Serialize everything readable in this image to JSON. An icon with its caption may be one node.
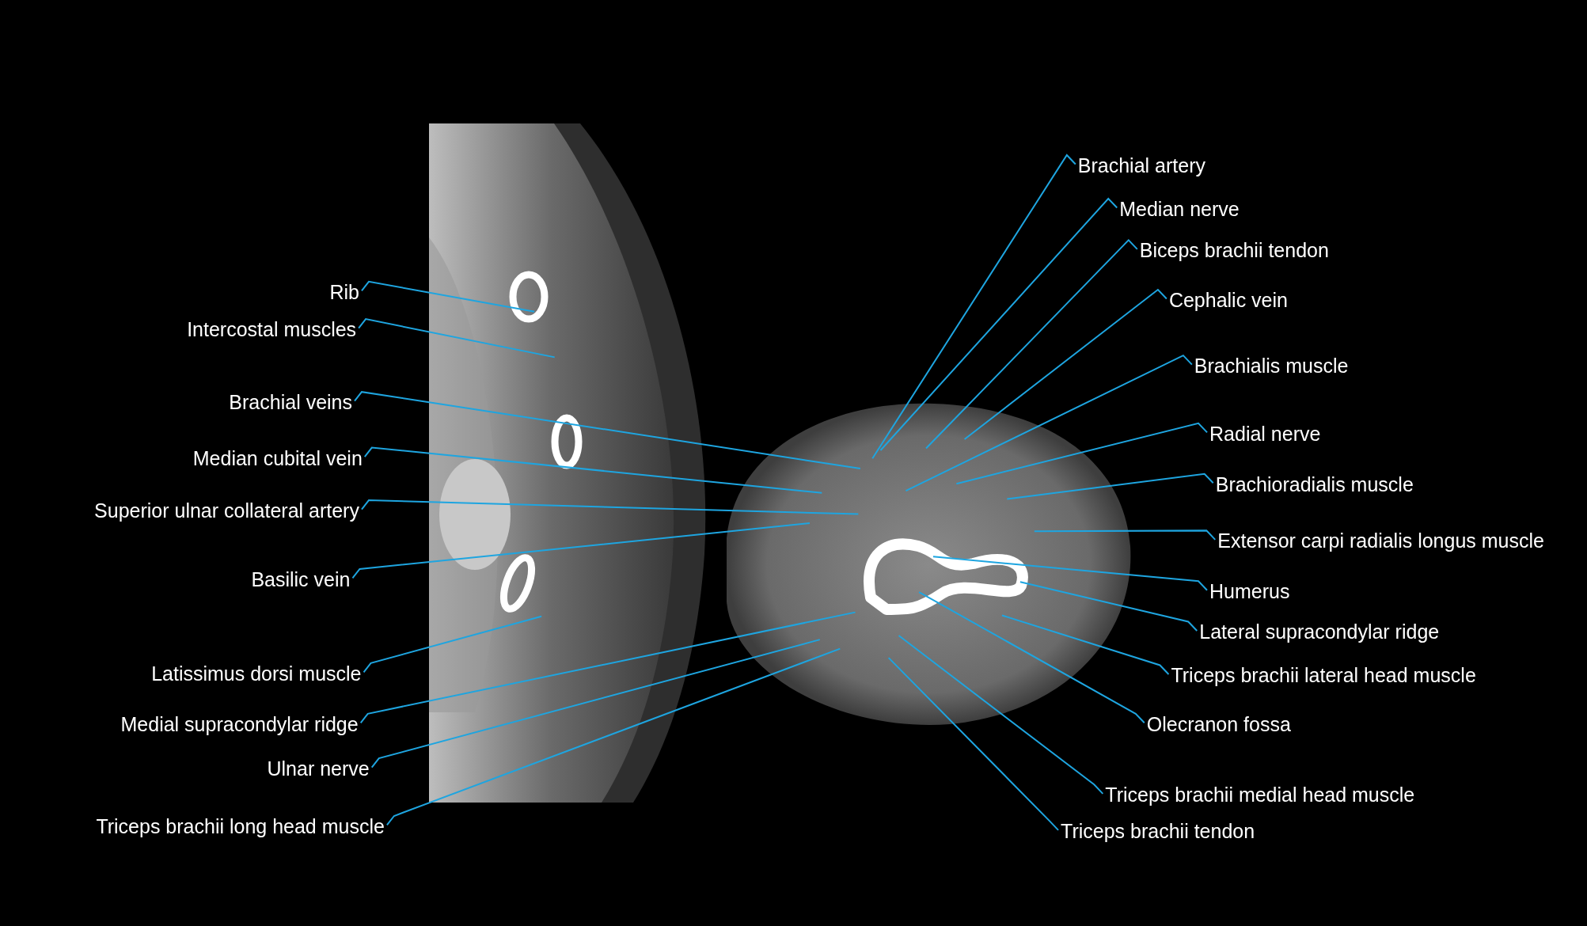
{
  "diagram": {
    "nodes": [
      {
        "text": [
          "Rib"
        ]
      },
      {
        "text": [
          "Intercostal muscles"
        ]
      },
      {
        "text": [
          "Brachial veins"
        ]
      },
      {
        "text": [
          "Median cubital vein"
        ]
      },
      {
        "text": [
          "Superior ulnar collateral artery"
        ]
      },
      {
        "text": [
          "Basilic vein"
        ]
      },
      {
        "text": [
          "Latissimus dorsi muscle"
        ]
      },
      {
        "text": [
          "Medial supracondylar ridge"
        ]
      },
      {
        "text": [
          "Ulnar nerve"
        ]
      },
      {
        "text": [
          "Triceps brachii long head muscle"
        ]
      },
      {
        "text": [
          "Brachial artery"
        ]
      },
      {
        "text": [
          "Median nerve"
        ]
      },
      {
        "text": [
          "Biceps brachii tendon"
        ]
      },
      {
        "text": [
          "Cephalic vein"
        ]
      },
      {
        "text": [
          "Brachialis muscle"
        ]
      },
      {
        "text": [
          "Radial nerve"
        ]
      },
      {
        "text": [
          "Brachioradialis muscle"
        ]
      },
      {
        "text": [
          "Extensor carpi radialis longus muscle"
        ]
      },
      {
        "text": [
          "Humerus"
        ]
      },
      {
        "text": [
          "Lateral supracondylar ridge"
        ]
      },
      {
        "text": [
          "Triceps brachii lateral head muscle"
        ]
      },
      {
        "text": [
          "Olecranon fossa"
        ]
      },
      {
        "text": [
          "Triceps brachii medial head muscle"
        ]
      },
      {
        "text": [
          "Triceps brachii tendon"
        ]
      }
    ],
    "edges": [
      {
        "from": 0,
        "to": null,
        "arrow": "none"
      },
      {
        "from": 1,
        "to": null,
        "arrow": "none"
      },
      {
        "from": 2,
        "to": null,
        "arrow": "none"
      },
      {
        "from": 3,
        "to": null,
        "arrow": "none"
      },
      {
        "from": 4,
        "to": null,
        "arrow": "none"
      },
      {
        "from": 5,
        "to": null,
        "arrow": "none"
      },
      {
        "from": 6,
        "to": null,
        "arrow": "none"
      },
      {
        "from": 7,
        "to": null,
        "arrow": "none"
      },
      {
        "from": 8,
        "to": null,
        "arrow": "none"
      },
      {
        "from": 9,
        "to": null,
        "arrow": "none"
      },
      {
        "from": 10,
        "to": null,
        "arrow": "none"
      },
      {
        "from": 11,
        "to": null,
        "arrow": "none"
      },
      {
        "from": 12,
        "to": null,
        "arrow": "none"
      },
      {
        "from": 13,
        "to": null,
        "arrow": "none"
      },
      {
        "from": 14,
        "to": null,
        "arrow": "none"
      },
      {
        "from": 15,
        "to": null,
        "arrow": "none"
      },
      {
        "from": 16,
        "to": null,
        "arrow": "none"
      },
      {
        "from": 17,
        "to": null,
        "arrow": "none"
      },
      {
        "from": 18,
        "to": null,
        "arrow": "none"
      },
      {
        "from": 19,
        "to": null,
        "arrow": "none"
      },
      {
        "from": 20,
        "to": null,
        "arrow": "none"
      },
      {
        "from": 21,
        "to": null,
        "arrow": "none"
      },
      {
        "from": 22,
        "to": null,
        "arrow": "none"
      },
      {
        "from": 23,
        "to": null,
        "arrow": "none"
      }
    ]
  }
}
